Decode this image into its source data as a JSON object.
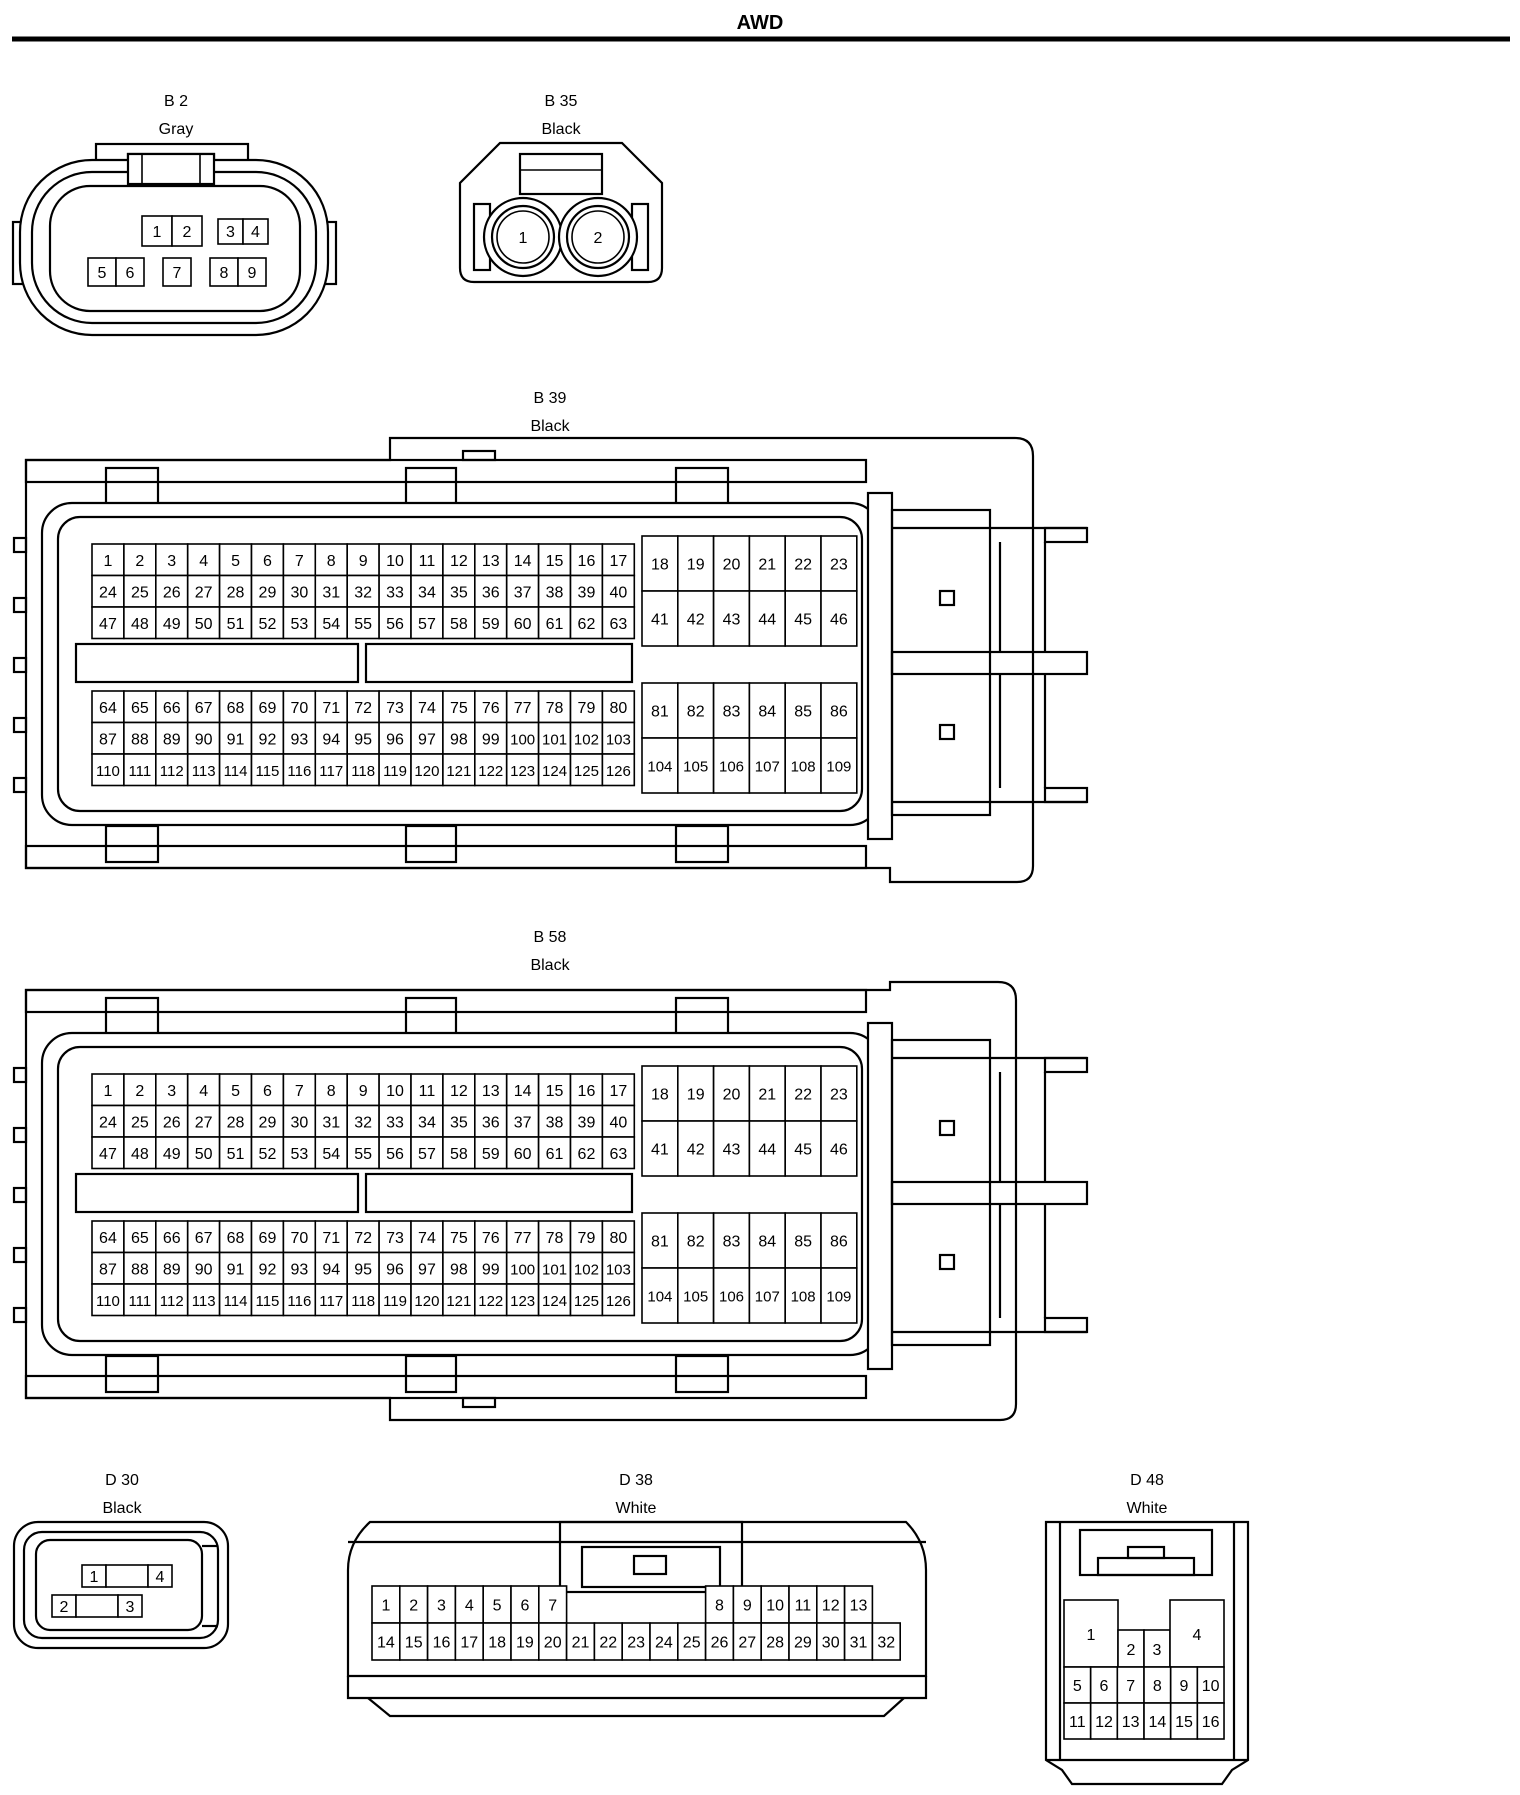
{
  "header": {
    "title": "AWD"
  },
  "connectors": {
    "b2": {
      "id": "B 2",
      "color": "Gray",
      "row1": [
        "1",
        "2",
        "3",
        "4"
      ],
      "row2": [
        "5",
        "6",
        "7",
        "8",
        "9"
      ]
    },
    "b35": {
      "id": "B 35",
      "color": "Black",
      "pins": [
        "1",
        "2"
      ]
    },
    "b39": {
      "id": "B 39",
      "color": "Black"
    },
    "b58": {
      "id": "B 58",
      "color": "Black"
    },
    "d30": {
      "id": "D 30",
      "color": "Black",
      "pins": [
        "1",
        "2",
        "3",
        "4"
      ]
    },
    "d38": {
      "id": "D 38",
      "color": "White",
      "row1_left": [
        "1",
        "2",
        "3",
        "4",
        "5",
        "6",
        "7"
      ],
      "row1_right": [
        "8",
        "9",
        "10",
        "11",
        "12",
        "13"
      ],
      "row2": [
        "14",
        "15",
        "16",
        "17",
        "18",
        "19",
        "20",
        "21",
        "22",
        "23",
        "24",
        "25",
        "26",
        "27",
        "28",
        "29",
        "30",
        "31",
        "32"
      ]
    },
    "d48": {
      "id": "D 48",
      "color": "White",
      "top": [
        "1",
        "2",
        "3",
        "4"
      ],
      "row2": [
        "5",
        "6",
        "7",
        "8",
        "9",
        "10"
      ],
      "row3": [
        "11",
        "12",
        "13",
        "14",
        "15",
        "16"
      ]
    }
  },
  "ecu_pins": {
    "main_upper": [
      [
        "1",
        "2",
        "3",
        "4",
        "5",
        "6",
        "7",
        "8",
        "9",
        "10",
        "11",
        "12",
        "13",
        "14",
        "15",
        "16",
        "17"
      ],
      [
        "24",
        "25",
        "26",
        "27",
        "28",
        "29",
        "30",
        "31",
        "32",
        "33",
        "34",
        "35",
        "36",
        "37",
        "38",
        "39",
        "40"
      ],
      [
        "47",
        "48",
        "49",
        "50",
        "51",
        "52",
        "53",
        "54",
        "55",
        "56",
        "57",
        "58",
        "59",
        "60",
        "61",
        "62",
        "63"
      ]
    ],
    "main_lower": [
      [
        "64",
        "65",
        "66",
        "67",
        "68",
        "69",
        "70",
        "71",
        "72",
        "73",
        "74",
        "75",
        "76",
        "77",
        "78",
        "79",
        "80"
      ],
      [
        "87",
        "88",
        "89",
        "90",
        "91",
        "92",
        "93",
        "94",
        "95",
        "96",
        "97",
        "98",
        "99",
        "100",
        "101",
        "102",
        "103"
      ],
      [
        "110",
        "111",
        "112",
        "113",
        "114",
        "115",
        "116",
        "117",
        "118",
        "119",
        "120",
        "121",
        "122",
        "123",
        "124",
        "125",
        "126"
      ]
    ],
    "side_upper": [
      [
        "18",
        "19",
        "20",
        "21",
        "22",
        "23"
      ],
      [
        "41",
        "42",
        "43",
        "44",
        "45",
        "46"
      ]
    ],
    "side_lower": [
      [
        "81",
        "82",
        "83",
        "84",
        "85",
        "86"
      ],
      [
        "104",
        "105",
        "106",
        "107",
        "108",
        "109"
      ]
    ]
  }
}
